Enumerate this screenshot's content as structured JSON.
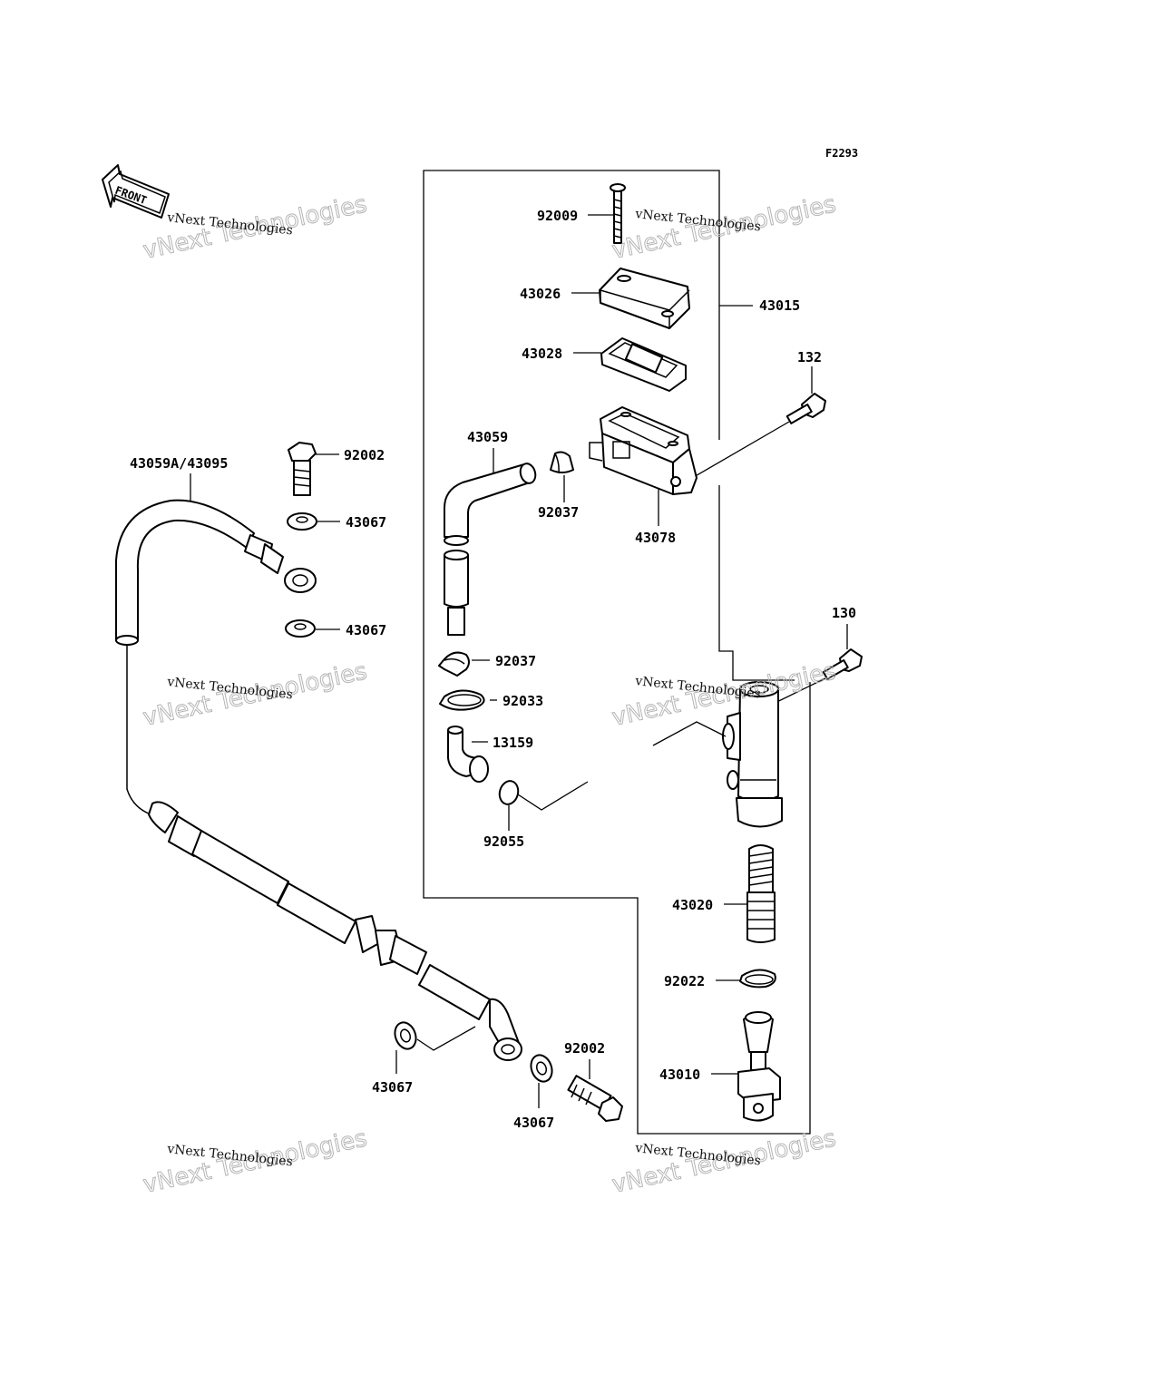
{
  "diagram_code": "F2293",
  "front_label": "FRONT",
  "watermark": {
    "small": "vNext Technologies",
    "large": "vNext Technologies"
  },
  "labels": {
    "p92009": "92009",
    "p43026": "43026",
    "p43015": "43015",
    "p43028": "43028",
    "p132": "132",
    "p43059": "43059",
    "p92002_top": "92002",
    "p43059A": "43059A/43095",
    "p43067_a": "43067",
    "p92037_a": "92037",
    "p43078": "43078",
    "p43067_b": "43067",
    "p130": "130",
    "p92037_b": "92037",
    "p92033": "92033",
    "p13159": "13159",
    "p92055": "92055",
    "p43020": "43020",
    "p92022": "92022",
    "p92002_bot": "92002",
    "p43010": "43010",
    "p43067_c": "43067",
    "p43067_d": "43067"
  }
}
